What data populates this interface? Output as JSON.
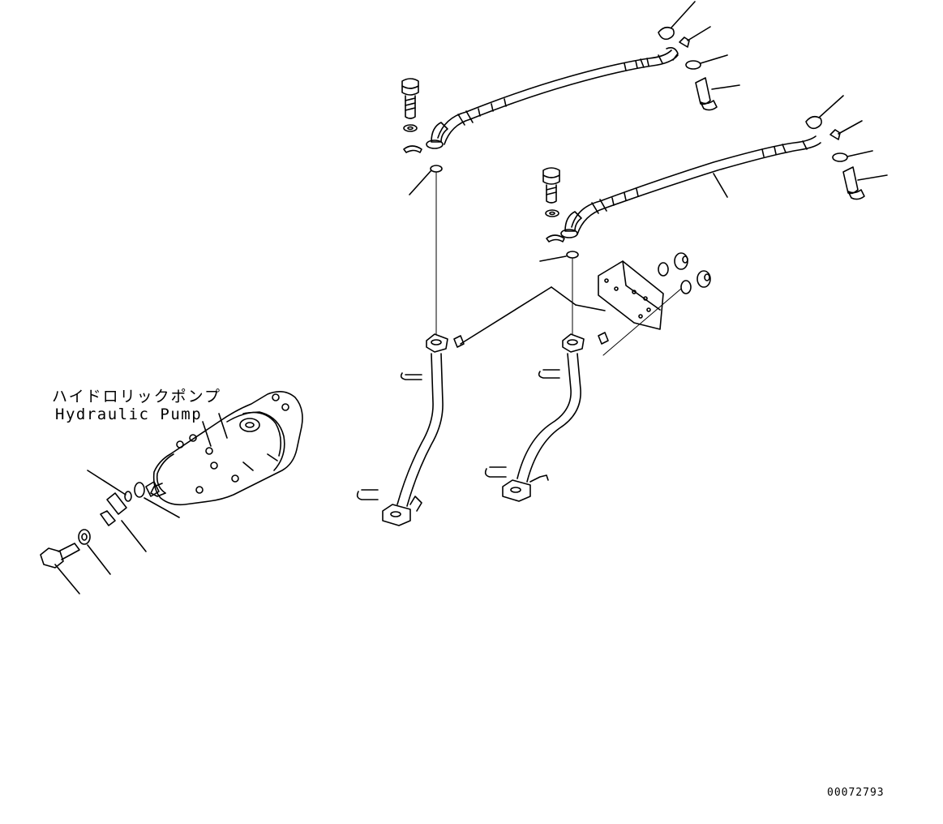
{
  "diagram": {
    "pump_label_jp": "ハイドロリックポンプ",
    "pump_label_en": "Hydraulic Pump",
    "drawing_number": "00072793",
    "line_color": "#000000",
    "background_color": "#ffffff"
  }
}
